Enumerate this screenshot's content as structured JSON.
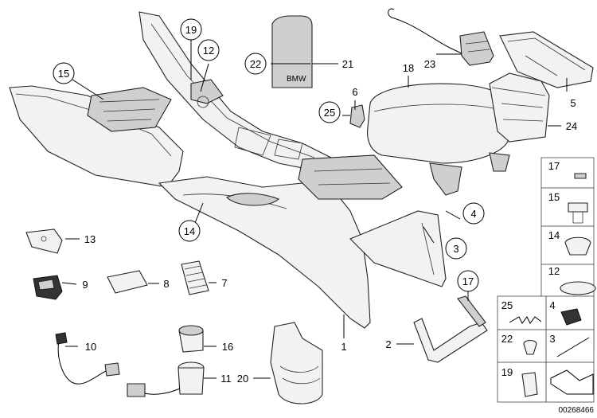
{
  "callouts": {
    "c1": "1",
    "c2": "2",
    "c3": "3",
    "c4": "4",
    "c5": "5",
    "c6": "6",
    "c7": "7",
    "c8": "8",
    "c9": "9",
    "c10": "10",
    "c11": "11",
    "c12": "12",
    "c13": "13",
    "c14": "14",
    "c15": "15",
    "c16": "16",
    "c17": "17",
    "c18": "18",
    "c19": "19",
    "c20": "20",
    "c21": "21",
    "c22": "22",
    "c23": "23",
    "c24": "24",
    "c25": "25"
  },
  "legend": {
    "l17": "17",
    "l15": "15",
    "l14": "14",
    "l12": "12",
    "l25": "25",
    "l4": "4",
    "l22": "22",
    "l3": "3",
    "l19": "19"
  },
  "document_id": "00268466",
  "badge_text": "BMW"
}
